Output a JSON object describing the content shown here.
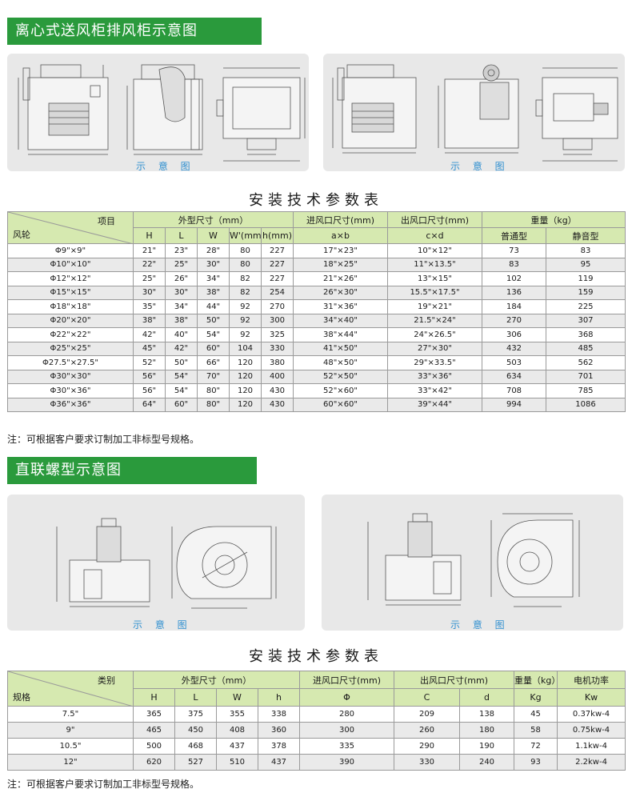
{
  "section1": {
    "title": "离心式送风柜排风柜示意图",
    "caption_left": "示 意 图",
    "caption_right": "示 意 图"
  },
  "table1": {
    "title": "安装技术参数表",
    "corner_top": "项目",
    "corner_bottom": "风轮",
    "groups": [
      "外型尺寸（mm）",
      "进风口尺寸(mm)",
      "出风口尺寸(mm)",
      "重量（kg）"
    ],
    "sub_headers": [
      "H",
      "L",
      "W",
      "W'(mm)",
      "h(mm)",
      "a×b",
      "c×d",
      "普通型",
      "静音型"
    ],
    "rows": [
      [
        "Φ9\"×9\"",
        "21\"",
        "23\"",
        "28\"",
        "80",
        "227",
        "17\"×23\"",
        "10\"×12\"",
        "73",
        "83"
      ],
      [
        "Φ10\"×10\"",
        "22\"",
        "25\"",
        "30\"",
        "80",
        "227",
        "18\"×25\"",
        "11\"×13.5\"",
        "83",
        "95"
      ],
      [
        "Φ12\"×12\"",
        "25\"",
        "26\"",
        "34\"",
        "82",
        "227",
        "21\"×26\"",
        "13\"×15\"",
        "102",
        "119"
      ],
      [
        "Φ15\"×15\"",
        "30\"",
        "30\"",
        "38\"",
        "82",
        "254",
        "26\"×30\"",
        "15.5\"×17.5\"",
        "136",
        "159"
      ],
      [
        "Φ18\"×18\"",
        "35\"",
        "34\"",
        "44\"",
        "92",
        "270",
        "31\"×36\"",
        "19\"×21\"",
        "184",
        "225"
      ],
      [
        "Φ20\"×20\"",
        "38\"",
        "38\"",
        "50\"",
        "92",
        "300",
        "34\"×40\"",
        "21.5\"×24\"",
        "270",
        "307"
      ],
      [
        "Φ22\"×22\"",
        "42\"",
        "40\"",
        "54\"",
        "92",
        "325",
        "38\"×44\"",
        "24\"×26.5\"",
        "306",
        "368"
      ],
      [
        "Φ25\"×25\"",
        "45\"",
        "42\"",
        "60\"",
        "104",
        "330",
        "41\"×50\"",
        "27\"×30\"",
        "432",
        "485"
      ],
      [
        "Φ27.5\"×27.5\"",
        "52\"",
        "50\"",
        "66\"",
        "120",
        "380",
        "48\"×50\"",
        "29\"×33.5\"",
        "503",
        "562"
      ],
      [
        "Φ30\"×30\"",
        "56\"",
        "54\"",
        "70\"",
        "120",
        "400",
        "52\"×50\"",
        "33\"×36\"",
        "634",
        "701"
      ],
      [
        "Φ30\"×36\"",
        "56\"",
        "54\"",
        "80\"",
        "120",
        "430",
        "52\"×60\"",
        "33\"×42\"",
        "708",
        "785"
      ],
      [
        "Φ36\"×36\"",
        "64\"",
        "60\"",
        "80\"",
        "120",
        "430",
        "60\"×60\"",
        "39\"×44\"",
        "994",
        "1086"
      ]
    ],
    "note": "注：可根据客户要求订制加工非标型号规格。"
  },
  "section2": {
    "title": "直联螺型示意图",
    "caption_left": "示 意 图",
    "caption_right": "示 意 图"
  },
  "table2": {
    "title": "安装技术参数表",
    "corner_top": "类别",
    "corner_bottom": "规格",
    "groups": [
      "外型尺寸（mm）",
      "进风口尺寸(mm)",
      "出风口尺寸(mm)",
      "重量（kg）",
      "电机功率"
    ],
    "sub_headers": [
      "H",
      "L",
      "W",
      "h",
      "Φ",
      "C",
      "d",
      "Kg",
      "Kw"
    ],
    "rows": [
      [
        "7.5\"",
        "365",
        "375",
        "355",
        "338",
        "280",
        "209",
        "138",
        "45",
        "0.37kw-4"
      ],
      [
        "9\"",
        "465",
        "450",
        "408",
        "360",
        "300",
        "260",
        "180",
        "58",
        "0.75kw-4"
      ],
      [
        "10.5\"",
        "500",
        "468",
        "437",
        "378",
        "335",
        "290",
        "190",
        "72",
        "1.1kw-4"
      ],
      [
        "12\"",
        "620",
        "527",
        "510",
        "437",
        "390",
        "330",
        "240",
        "93",
        "2.2kw-4"
      ]
    ],
    "note": "注：可根据客户要求订制加工非标型号规格。"
  }
}
